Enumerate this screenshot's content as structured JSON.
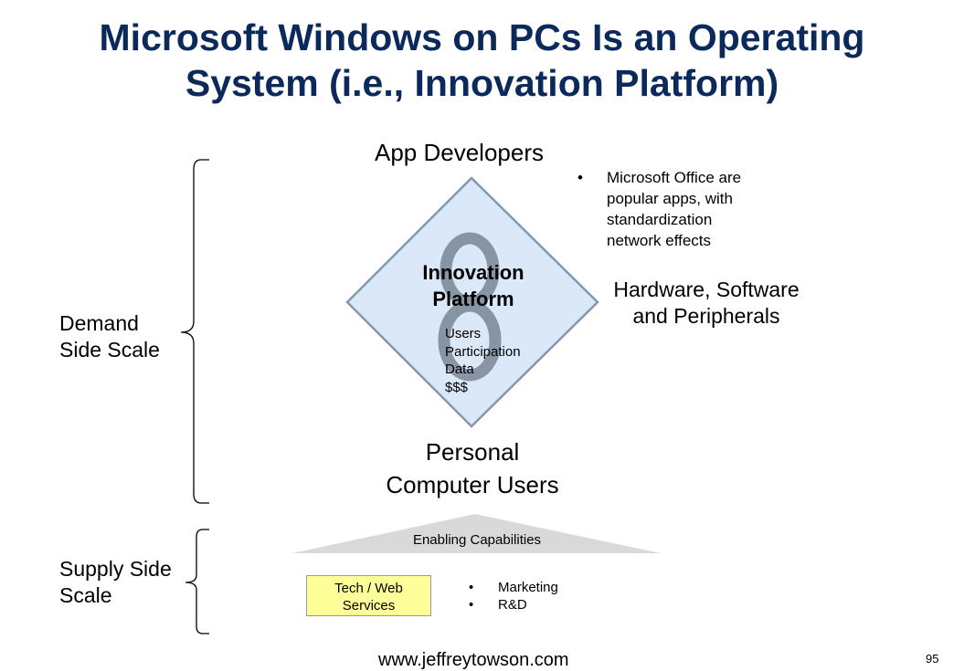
{
  "title": {
    "line1": "Microsoft Windows on PCs Is an Operating",
    "line2": "System (i.e., Innovation Platform)"
  },
  "demand_side": {
    "line1": "Demand",
    "line2": "Side Scale"
  },
  "supply_side": {
    "line1": "Supply Side",
    "line2": "Scale"
  },
  "app_developers": "App Developers",
  "bullets_top": {
    "marker": "•",
    "lines": [
      "Microsoft Office are",
      "popular apps, with",
      "standardization",
      "network effects"
    ]
  },
  "hardware": {
    "line1": "Hardware, Software",
    "line2": "and Peripherals"
  },
  "platform": {
    "title_line1": "Innovation",
    "title_line2": "Platform",
    "flows": [
      "Users",
      "Participation",
      "Data",
      "$$$"
    ],
    "fill_color": "#dae8f8",
    "border_color": "#8497b0",
    "loop_color": "#7f8c9b"
  },
  "personal": {
    "line1": "Personal",
    "line2": "Computer Users"
  },
  "enabling": {
    "label": "Enabling Capabilities",
    "fill_color": "#d9d9d9"
  },
  "tech_box": {
    "line1": "Tech / Web",
    "line2": "Services",
    "fill_color": "#ffff99"
  },
  "bullets_bottom": {
    "marker": "•",
    "items": [
      "Marketing",
      "R&D"
    ]
  },
  "footer": {
    "url": "www.jeffreytowson.com",
    "page_number": "95"
  }
}
